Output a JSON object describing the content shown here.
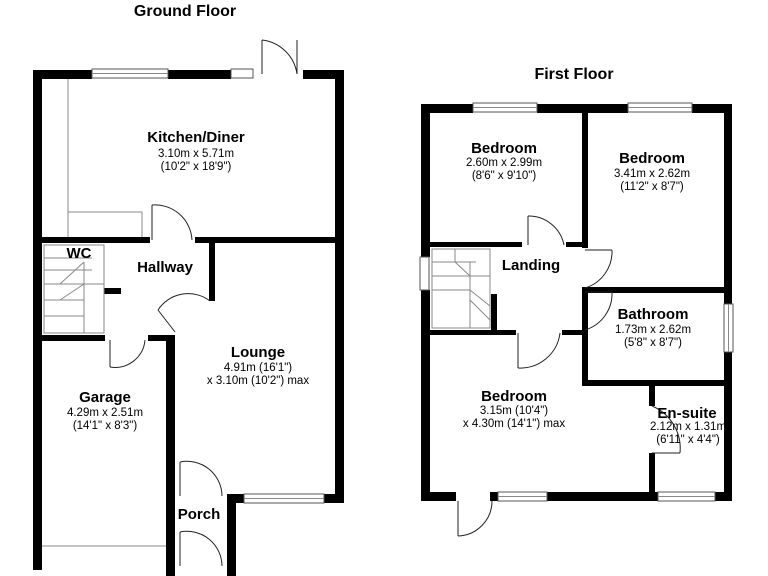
{
  "floors": [
    {
      "title": "Ground Floor",
      "rooms": [
        {
          "name": "Kitchen/Diner",
          "dim1": "3.10m x 5.71m",
          "dim2": "(10'2\" x 18'9\")"
        },
        {
          "name": "WC"
        },
        {
          "name": "Hallway"
        },
        {
          "name": "Lounge",
          "dim1": "4.91m (16'1\")",
          "dim2": "x 3.10m (10'2\") max"
        },
        {
          "name": "Garage",
          "dim1": "4.29m x 2.51m",
          "dim2": "(14'1\" x 8'3\")"
        },
        {
          "name": "Porch"
        }
      ]
    },
    {
      "title": "First Floor",
      "rooms": [
        {
          "name": "Bedroom",
          "dim1": "2.60m x 2.99m",
          "dim2": "(8'6\" x 9'10\")"
        },
        {
          "name": "Bedroom",
          "dim1": "3.41m x 2.62m",
          "dim2": "(11'2\" x 8'7\")"
        },
        {
          "name": "Landing"
        },
        {
          "name": "Bathroom",
          "dim1": "1.73m x 2.62m",
          "dim2": "(5'8\" x 8'7\")"
        },
        {
          "name": "Bedroom",
          "dim1": "3.15m (10'4\")",
          "dim2": "x 4.30m (14'1\") max"
        },
        {
          "name": "En-suite",
          "dim1": "2.12m x 1.31m",
          "dim2": "(6'11\" x 4'4\")"
        }
      ]
    }
  ]
}
